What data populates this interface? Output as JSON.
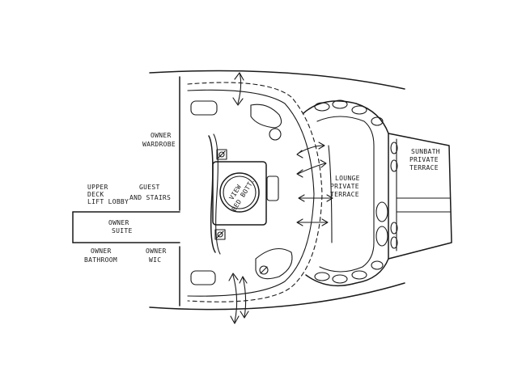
{
  "labels": {
    "owner_wardrobe": [
      "OWNER",
      "WARDROBE"
    ],
    "upper_deck_lift_lobby": [
      "UPPER",
      "DECK",
      "LIFT LOBBY"
    ],
    "guest_stairs": [
      "GUEST",
      "AND STAIRS"
    ],
    "owner_suite": [
      "OWNER",
      "SUITE"
    ],
    "owner_bathroom": [
      "OWNER",
      "BATHROOM"
    ],
    "owner_wic": [
      "OWNER",
      "WIC"
    ],
    "view_bed": [
      "VIEW",
      "BED BOTT."
    ],
    "lounge_private_terrace": [
      "LOUNGE",
      "PRIVATE",
      "TERRACE"
    ],
    "sunbath_private_terrace": [
      "SUNBATH",
      "PRIVATE",
      "TERRACE"
    ]
  },
  "colors": {
    "ink": "#1a1a1a",
    "paper": "#ffffff"
  }
}
